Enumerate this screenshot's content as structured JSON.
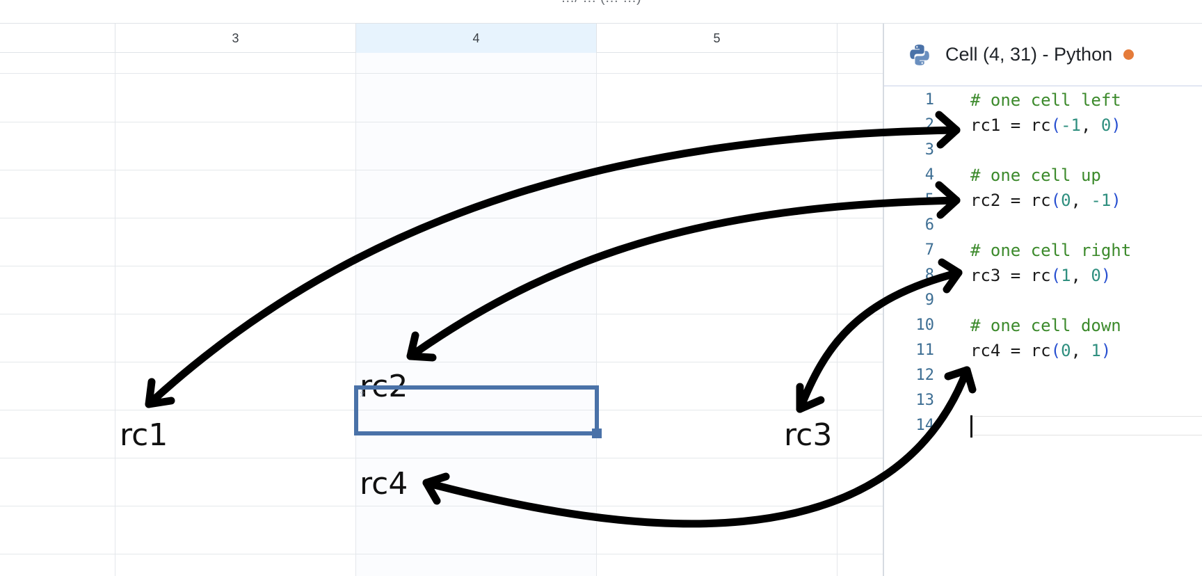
{
  "window": {
    "title": "…/ … (… …)"
  },
  "grid": {
    "columns": [
      {
        "label": "3",
        "active": false
      },
      {
        "label": "4",
        "active": true
      },
      {
        "label": "5",
        "active": false
      }
    ],
    "cells": {
      "rc1": "rc1",
      "rc2": "rc2",
      "rc3": "rc3",
      "rc4": "rc4"
    }
  },
  "editor": {
    "title": "Cell (4, 31) - Python",
    "language_icon": "python-icon",
    "unsaved_indicator_color": "#e57b3a",
    "lines": [
      {
        "n": "1",
        "comment": "# one cell left"
      },
      {
        "n": "2",
        "var": "rc1",
        "a": "-1",
        "b": "0"
      },
      {
        "n": "3"
      },
      {
        "n": "4",
        "comment": "# one cell up"
      },
      {
        "n": "5",
        "var": "rc2",
        "a": "0",
        "b": "-1"
      },
      {
        "n": "6"
      },
      {
        "n": "7",
        "comment": "# one cell right"
      },
      {
        "n": "8",
        "var": "rc3",
        "a": "1",
        "b": "0"
      },
      {
        "n": "9"
      },
      {
        "n": "10",
        "comment": "# one cell down"
      },
      {
        "n": "11",
        "var": "rc4",
        "a": "0",
        "b": "1"
      },
      {
        "n": "12"
      },
      {
        "n": "13"
      },
      {
        "n": "14"
      }
    ]
  },
  "colors": {
    "grid_line": "#e4e7eb",
    "active_header": "#e7f3fd",
    "cursor": "#4a72a8",
    "comment": "#3c8a2c",
    "paren": "#2850d0",
    "number": "#2f8f7f",
    "line_number": "#3d6e93"
  }
}
